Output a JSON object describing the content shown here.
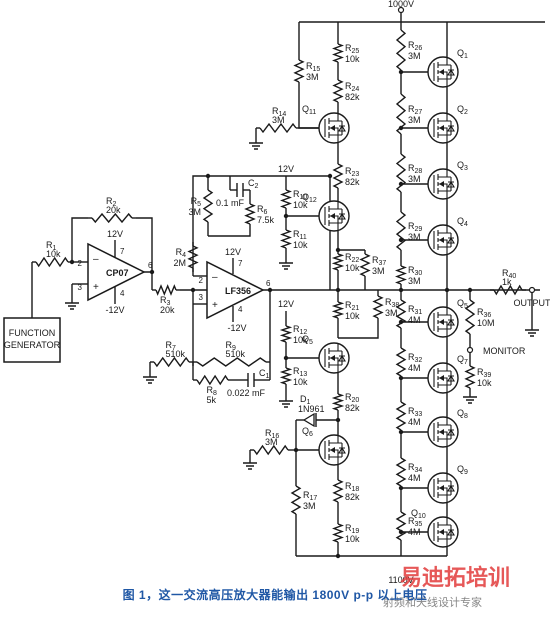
{
  "caption": "图 1，这一交流高压放大器能输出 1800V p-p 以上电压",
  "watermark": {
    "brand": "易迪拓培训",
    "slogan": "射频和天线设计专家"
  },
  "rails": {
    "top": "1000V",
    "bottom": "1100V"
  },
  "function_generator": {
    "line1": "FUNCTION",
    "line2": "GENERATOR"
  },
  "ic": {
    "cp07": "CP07",
    "lf356": "LF356"
  },
  "supply": {
    "pos": "12V",
    "neg": "-12V"
  },
  "pins": {
    "u1_in_neg": "2",
    "u1_in_pos": "3",
    "u1_vp": "7",
    "u1_vn": "4",
    "u1_out": "6",
    "u2_in_neg": "2",
    "u2_in_pos": "3",
    "u2_vp": "7",
    "u2_vn": "4",
    "u2_out": "6"
  },
  "resistors": {
    "R1": {
      "ref": "R",
      "idx": "1",
      "val": "10k"
    },
    "R2": {
      "ref": "R",
      "idx": "2",
      "val": "20k"
    },
    "R3": {
      "ref": "R",
      "idx": "3",
      "val": "20k"
    },
    "R4": {
      "ref": "R",
      "idx": "4",
      "val": "2M"
    },
    "R5": {
      "ref": "R",
      "idx": "5",
      "val": "3M"
    },
    "R6": {
      "ref": "R",
      "idx": "6",
      "val": "7.5k"
    },
    "R7": {
      "ref": "R",
      "idx": "7",
      "val": "510k"
    },
    "R8": {
      "ref": "R",
      "idx": "8",
      "val": "5k"
    },
    "R9": {
      "ref": "R",
      "idx": "9",
      "val": "510k"
    },
    "R10": {
      "ref": "R",
      "idx": "10",
      "val": "10k"
    },
    "R11": {
      "ref": "R",
      "idx": "11",
      "val": "10k"
    },
    "R12": {
      "ref": "R",
      "idx": "12",
      "val": "10k"
    },
    "R13": {
      "ref": "R",
      "idx": "13",
      "val": "10k"
    },
    "R14": {
      "ref": "R",
      "idx": "14",
      "val": "3M"
    },
    "R15": {
      "ref": "R",
      "idx": "15",
      "val": "3M"
    },
    "R16": {
      "ref": "R",
      "idx": "16",
      "val": "3M"
    },
    "R17": {
      "ref": "R",
      "idx": "17",
      "val": "3M"
    },
    "R18": {
      "ref": "R",
      "idx": "18",
      "val": "82k"
    },
    "R19": {
      "ref": "R",
      "idx": "19",
      "val": "10k"
    },
    "R20": {
      "ref": "R",
      "idx": "20",
      "val": "82k"
    },
    "R21": {
      "ref": "R",
      "idx": "21",
      "val": "10k"
    },
    "R22": {
      "ref": "R",
      "idx": "22",
      "val": "10k"
    },
    "R23": {
      "ref": "R",
      "idx": "23",
      "val": "82k"
    },
    "R24": {
      "ref": "R",
      "idx": "24",
      "val": "82k"
    },
    "R25": {
      "ref": "R",
      "idx": "25",
      "val": "10k"
    },
    "R26": {
      "ref": "R",
      "idx": "26",
      "val": "3M"
    },
    "R27": {
      "ref": "R",
      "idx": "27",
      "val": "3M"
    },
    "R28": {
      "ref": "R",
      "idx": "28",
      "val": "3M"
    },
    "R29": {
      "ref": "R",
      "idx": "29",
      "val": "3M"
    },
    "R30": {
      "ref": "R",
      "idx": "30",
      "val": "3M"
    },
    "R31": {
      "ref": "R",
      "idx": "31",
      "val": "4M"
    },
    "R32": {
      "ref": "R",
      "idx": "32",
      "val": "4M"
    },
    "R33": {
      "ref": "R",
      "idx": "33",
      "val": "4M"
    },
    "R34": {
      "ref": "R",
      "idx": "34",
      "val": "4M"
    },
    "R35": {
      "ref": "R",
      "idx": "35",
      "val": "4M"
    },
    "R36": {
      "ref": "R",
      "idx": "36",
      "val": "10M"
    },
    "R37": {
      "ref": "R",
      "idx": "37",
      "val": "3M"
    },
    "R38": {
      "ref": "R",
      "idx": "38",
      "val": "3M"
    },
    "R39": {
      "ref": "R",
      "idx": "39",
      "val": "10k"
    },
    "R40": {
      "ref": "R",
      "idx": "40",
      "val": "1k"
    }
  },
  "capacitors": {
    "C1": {
      "ref": "C",
      "idx": "1",
      "val": "0.022 mF"
    },
    "C2": {
      "ref": "C",
      "idx": "2",
      "val": "0.1 mF"
    }
  },
  "diode": {
    "ref": "D",
    "idx": "1",
    "part": "1N961"
  },
  "transistors": {
    "Q1": {
      "ref": "Q",
      "idx": "1"
    },
    "Q2": {
      "ref": "Q",
      "idx": "2"
    },
    "Q3": {
      "ref": "Q",
      "idx": "3"
    },
    "Q4": {
      "ref": "Q",
      "idx": "4"
    },
    "Q5": {
      "ref": "Q",
      "idx": "5"
    },
    "Q6": {
      "ref": "Q",
      "idx": "6"
    },
    "Q7": {
      "ref": "Q",
      "idx": "7"
    },
    "Q8": {
      "ref": "Q",
      "idx": "8"
    },
    "Q9": {
      "ref": "Q",
      "idx": "9"
    },
    "Q10": {
      "ref": "Q",
      "idx": "10"
    },
    "Q11": {
      "ref": "Q",
      "idx": "11"
    },
    "Q12": {
      "ref": "Q",
      "idx": "12"
    }
  },
  "io": {
    "output": "OUTPUT",
    "monitor": "MONITOR"
  }
}
